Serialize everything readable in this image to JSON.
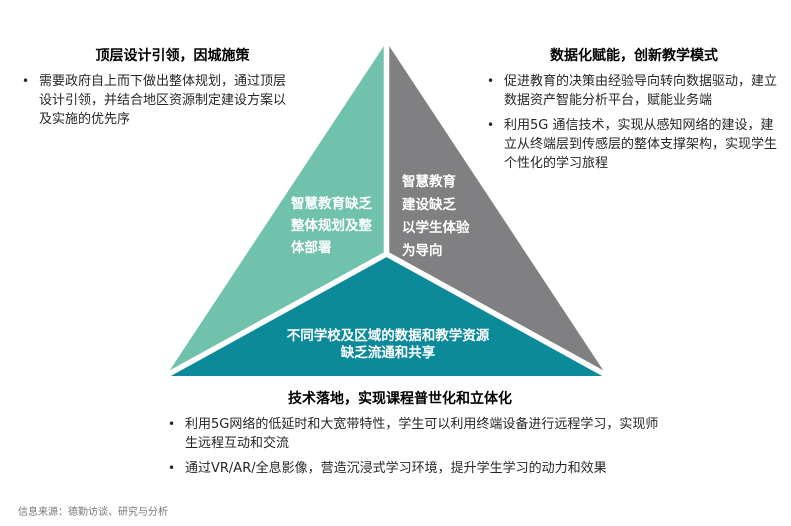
{
  "ui": {
    "bullet": "•"
  },
  "sections": {
    "top_left": {
      "title": "顶层设计引领，因城施策",
      "bullets": [
        "需要政府自上而下做出整体规划，通过顶层设计引领，并结合地区资源制定建设方案以及实施的优先序"
      ]
    },
    "top_right": {
      "title": "数据化赋能，创新教学模式",
      "bullets": [
        "促进教育的决策由经验导向转向数据驱动，建立数据资产智能分析平台，赋能业务端",
        "利用5G 通信技术，实现从感知网络的建设，建立从终端层到传感层的整体支撑架构，实现学生个性化的学习旅程"
      ]
    },
    "bottom": {
      "title": "技术落地，实现课程普世化和立体化",
      "bullets": [
        "利用5G网络的低延时和大宽带特性，学生可以利用终端设备进行远程学习，实现师生远程互动和交流",
        "通过VR/AR/全息影像，营造沉浸式学习环境，提升学生学习的动力和效果"
      ]
    }
  },
  "triangle": {
    "left_label": "智慧教育缺乏\n整体规划及整\n体部署",
    "right_label": "智慧教育\n建设缺乏\n以学生体验\n为导向",
    "bottom_label": "不同学校及区域的数据和教学资源\n缺乏流通和共享",
    "colors": {
      "left": "#71C2AC",
      "right": "#808082",
      "bottom": "#0D8A99",
      "divider": "#FFFFFF"
    }
  },
  "footer": {
    "source": "信息来源：德勤访谈、研究与分析"
  }
}
